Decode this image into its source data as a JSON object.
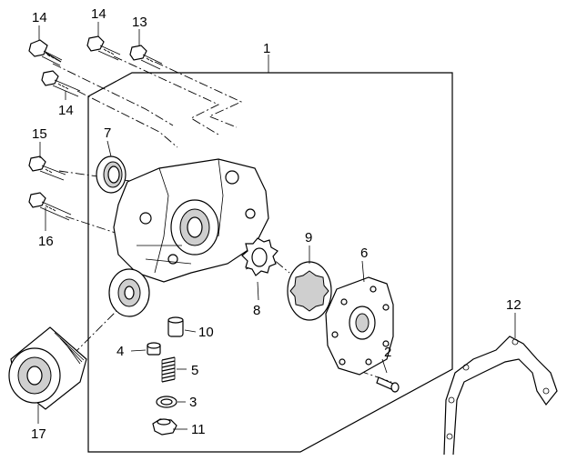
{
  "callouts": [
    {
      "id": "c1",
      "label": "1"
    },
    {
      "id": "c2",
      "label": "2"
    },
    {
      "id": "c3",
      "label": "3"
    },
    {
      "id": "c4",
      "label": "4"
    },
    {
      "id": "c5",
      "label": "5"
    },
    {
      "id": "c6",
      "label": "6"
    },
    {
      "id": "c7",
      "label": "7"
    },
    {
      "id": "c8",
      "label": "8"
    },
    {
      "id": "c9",
      "label": "9"
    },
    {
      "id": "c10",
      "label": "10"
    },
    {
      "id": "c11",
      "label": "11"
    },
    {
      "id": "c12",
      "label": "12"
    },
    {
      "id": "c13",
      "label": "13"
    },
    {
      "id": "c14a",
      "label": "14"
    },
    {
      "id": "c14b",
      "label": "14"
    },
    {
      "id": "c15",
      "label": "15"
    },
    {
      "id": "c16",
      "label": "16"
    },
    {
      "id": "c17",
      "label": "17"
    }
  ]
}
